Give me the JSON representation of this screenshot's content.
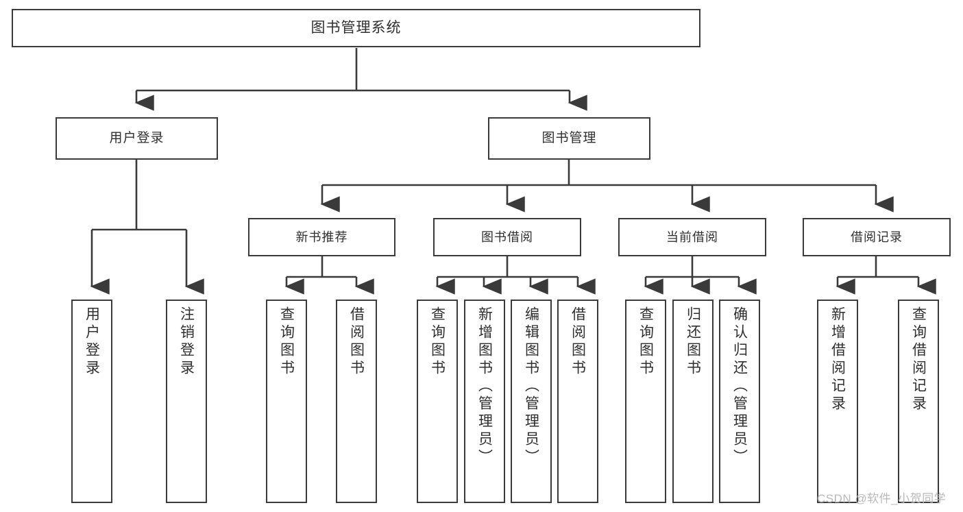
{
  "diagram": {
    "title": "图书管理系统",
    "type": "tree-hierarchy",
    "watermark": "CSDN @软件_小贺同学",
    "colors": {
      "box_border": "#3a3a3a",
      "box_fill": "#ffffff",
      "connector": "#3a3a3a",
      "text": "#2f2f2f",
      "watermark": "#b9b9b9",
      "background": "#ffffff"
    },
    "root": {
      "id": "root",
      "label": "图书管理系统"
    },
    "level2": [
      {
        "id": "user-login",
        "label": "用户登录"
      },
      {
        "id": "book-manage",
        "label": "图书管理"
      }
    ],
    "level3": [
      {
        "id": "new-book-rec",
        "label": "新书推荐"
      },
      {
        "id": "book-borrow",
        "label": "图书借阅"
      },
      {
        "id": "current-borrow",
        "label": "当前借阅"
      },
      {
        "id": "borrow-record",
        "label": "借阅记录"
      }
    ],
    "leaves": {
      "user_login": [
        {
          "id": "leaf-user-login",
          "label": "用户登录"
        },
        {
          "id": "leaf-logout-login",
          "label": "注销登录"
        }
      ],
      "new_book_rec": [
        {
          "id": "leaf-query-book-1",
          "label": "查询图书"
        },
        {
          "id": "leaf-borrow-book-1",
          "label": "借阅图书"
        }
      ],
      "book_borrow": [
        {
          "id": "leaf-query-book-2",
          "label": "查询图书"
        },
        {
          "id": "leaf-add-book",
          "label": "新增图书（管理员）"
        },
        {
          "id": "leaf-edit-book",
          "label": "编辑图书（管理员）"
        },
        {
          "id": "leaf-borrow-book-2",
          "label": "借阅图书"
        }
      ],
      "current_borrow": [
        {
          "id": "leaf-query-book-3",
          "label": "查询图书"
        },
        {
          "id": "leaf-return-book",
          "label": "归还图书"
        },
        {
          "id": "leaf-confirm-return",
          "label": "确认归还（管理员）"
        }
      ],
      "borrow_record": [
        {
          "id": "leaf-add-record",
          "label": "新增借阅记录"
        },
        {
          "id": "leaf-query-record",
          "label": "查询借阅记录"
        }
      ]
    }
  }
}
